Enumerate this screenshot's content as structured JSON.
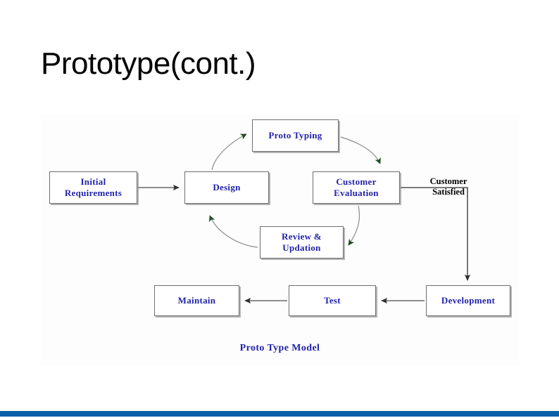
{
  "slide": {
    "title": "Prototype(cont.)",
    "accent_color": "#0a5fa8",
    "node_text_color": "#2222aa",
    "arrow_green_color": "#1f4d22",
    "arrow_black_color": "#3a3a3a",
    "box_border_color": "#6e6e6e"
  },
  "diagram": {
    "caption": "Proto Type Model",
    "nodes": [
      {
        "id": "initial-requirements",
        "label": "Initial\nRequirements"
      },
      {
        "id": "design",
        "label": "Design"
      },
      {
        "id": "proto-typing",
        "label": "Proto Typing"
      },
      {
        "id": "customer-evaluation",
        "label": "Customer\nEvaluation"
      },
      {
        "id": "review-updation",
        "label": "Review &\nUpdation"
      },
      {
        "id": "development",
        "label": "Development"
      },
      {
        "id": "test",
        "label": "Test"
      },
      {
        "id": "maintain",
        "label": "Maintain"
      }
    ],
    "edge_labels": [
      {
        "id": "customer-satisfied",
        "label": "Customer\nSatisfied"
      }
    ],
    "edges": [
      {
        "from": "initial-requirements",
        "to": "design",
        "style": "straight",
        "color": "black"
      },
      {
        "from": "design",
        "to": "proto-typing",
        "style": "curved",
        "color": "green"
      },
      {
        "from": "proto-typing",
        "to": "customer-evaluation",
        "style": "curved",
        "color": "green"
      },
      {
        "from": "customer-evaluation",
        "to": "review-updation",
        "style": "curved",
        "color": "green"
      },
      {
        "from": "review-updation",
        "to": "design",
        "style": "curved",
        "color": "green"
      },
      {
        "from": "customer-evaluation",
        "to": "development",
        "style": "elbow",
        "color": "black"
      },
      {
        "from": "development",
        "to": "test",
        "style": "straight",
        "color": "black"
      },
      {
        "from": "test",
        "to": "maintain",
        "style": "straight",
        "color": "black"
      }
    ]
  }
}
